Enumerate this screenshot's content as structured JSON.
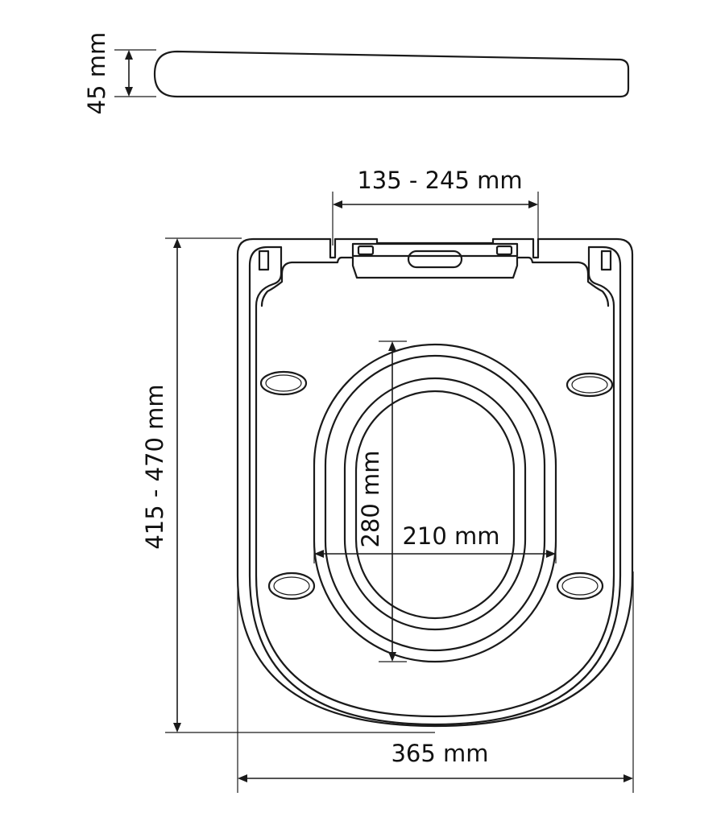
{
  "labels": {
    "thickness": "45 mm",
    "hinge_span": "135 - 245 mm",
    "length": "415 - 470 mm",
    "inner_length": "280 mm",
    "inner_width": "210 mm",
    "total_width": "365 mm"
  },
  "colors": {
    "line": "#1a1a1a",
    "background": "#ffffff"
  }
}
